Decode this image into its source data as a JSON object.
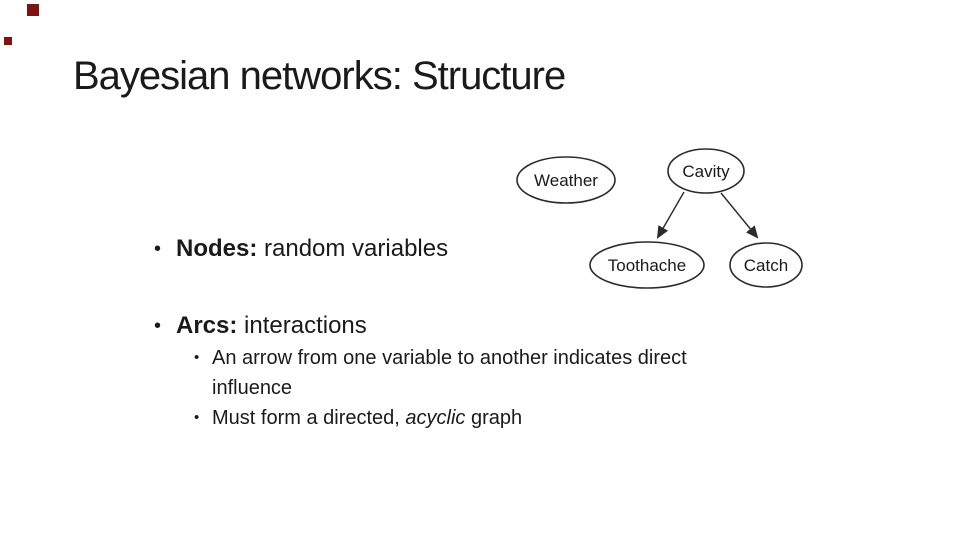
{
  "colors": {
    "background": "#ffffff",
    "ink": "#1a1a1a",
    "accent_red": "#7f1310",
    "diagram_ink": "#2b2b2b"
  },
  "slide": {
    "title": "Bayesian networks: Structure",
    "bullet_marker": "•",
    "bullets": [
      {
        "label": "Nodes:",
        "text": " random variables"
      },
      {
        "label": "Arcs:",
        "text": " interactions"
      }
    ],
    "sub_bullets": [
      {
        "text": "An arrow from one variable to another indicates direct influence"
      },
      {
        "pre": "Must form a directed, ",
        "italic": "acyclic",
        "post": " graph"
      }
    ]
  },
  "diagram": {
    "nodes": [
      {
        "label": "Weather"
      },
      {
        "label": "Cavity"
      },
      {
        "label": "Toothache"
      },
      {
        "label": "Catch"
      }
    ],
    "edges": [
      {
        "from": "Cavity",
        "to": "Toothache"
      },
      {
        "from": "Cavity",
        "to": "Catch"
      }
    ]
  }
}
